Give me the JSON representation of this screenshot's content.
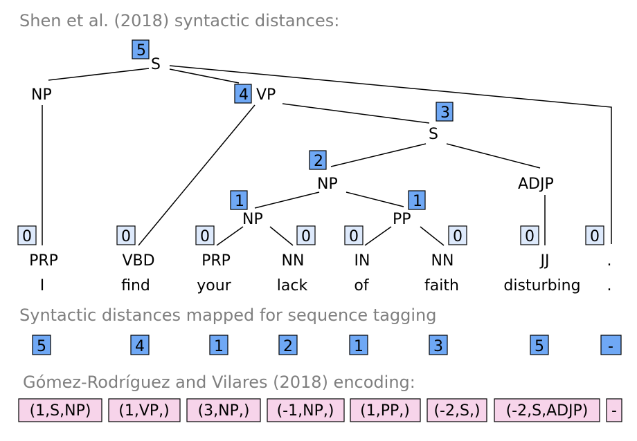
{
  "headings": {
    "shen": "Shen et al. (2018) syntactic distances:",
    "mapped": "Syntactic distances mapped  for sequence tagging",
    "gomez": "Gómez-Rodríguez and Vilares (2018) encoding:"
  },
  "tree": {
    "nodes": {
      "s_root": "S",
      "np_root": "NP",
      "vp": "VP",
      "s_inner": "S",
      "np_mid": "NP",
      "adjp": "ADJP",
      "np_low": "NP",
      "pp": "PP"
    },
    "distances": {
      "s_root": "5",
      "vp": "4",
      "s_inner": "3",
      "np_mid": "2",
      "np_low": "1",
      "pp": "1"
    },
    "leaf_distances": [
      "0",
      "0",
      "0",
      "0",
      "0",
      "0",
      "0",
      "0"
    ],
    "pos_tags": [
      "PRP",
      "VBD",
      "PRP",
      "NN",
      "IN",
      "NN",
      "JJ",
      "."
    ],
    "words": [
      "I",
      "find",
      "your",
      "lack",
      "of",
      "faith",
      "disturbing",
      "."
    ]
  },
  "mapped_distances": [
    "5",
    "4",
    "1",
    "2",
    "1",
    "3",
    "5",
    "-"
  ],
  "encoding_labels": [
    "(1,S,NP)",
    "(1,VP,)",
    "(3,NP,)",
    "(-1,NP,)",
    "(1,PP,)",
    "(-2,S,)",
    "(-2,S,ADJP)",
    "-"
  ],
  "colors": {
    "distance_box": "#6fa8f5",
    "leaf_box": "#dde9fb",
    "encoding_box": "#f7d4ea",
    "heading_text": "#7f7f7f"
  }
}
